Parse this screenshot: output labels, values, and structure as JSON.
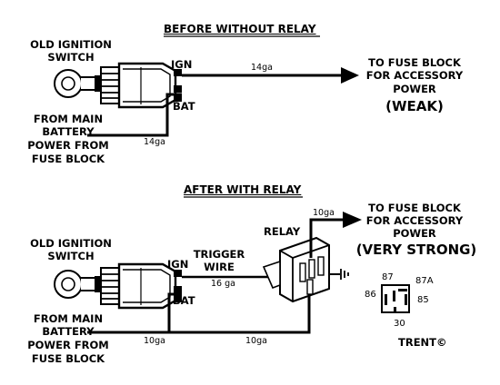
{
  "before": {
    "title": "BEFORE WITHOUT RELAY",
    "switch_label_1": "OLD IGNITION",
    "switch_label_2": "SWITCH",
    "ign": "IGN",
    "bat": "BAT",
    "gauge_ign": "14ga",
    "gauge_bat": "14ga",
    "from_1": "FROM MAIN",
    "from_2": "BATTERY",
    "from_3": "POWER FROM",
    "from_4": "FUSE BLOCK",
    "to_1": "TO FUSE BLOCK",
    "to_2": "FOR ACCESSORY",
    "to_3": "POWER",
    "strength": "(WEAK)"
  },
  "after": {
    "title": "AFTER WITH RELAY",
    "switch_label_1": "OLD IGNITION",
    "switch_label_2": "SWITCH",
    "ign": "IGN",
    "bat": "BAT",
    "trigger_1": "TRIGGER",
    "trigger_2": "WIRE",
    "gauge_trigger": "16 ga",
    "gauge_out": "10ga",
    "gauge_bat_left": "10ga",
    "gauge_bat_bottom": "10ga",
    "relay_label": "RELAY",
    "from_1": "FROM MAIN",
    "from_2": "BATTERY",
    "from_3": "POWER FROM",
    "from_4": "FUSE BLOCK",
    "to_1": "TO FUSE BLOCK",
    "to_2": "FOR ACCESSORY",
    "to_3": "POWER",
    "strength": "(VERY STRONG)"
  },
  "pinout": {
    "pin_87": "87",
    "pin_87a": "87A",
    "pin_86": "86",
    "pin_85": "85",
    "pin_30": "30"
  },
  "credit": "TRENT©"
}
